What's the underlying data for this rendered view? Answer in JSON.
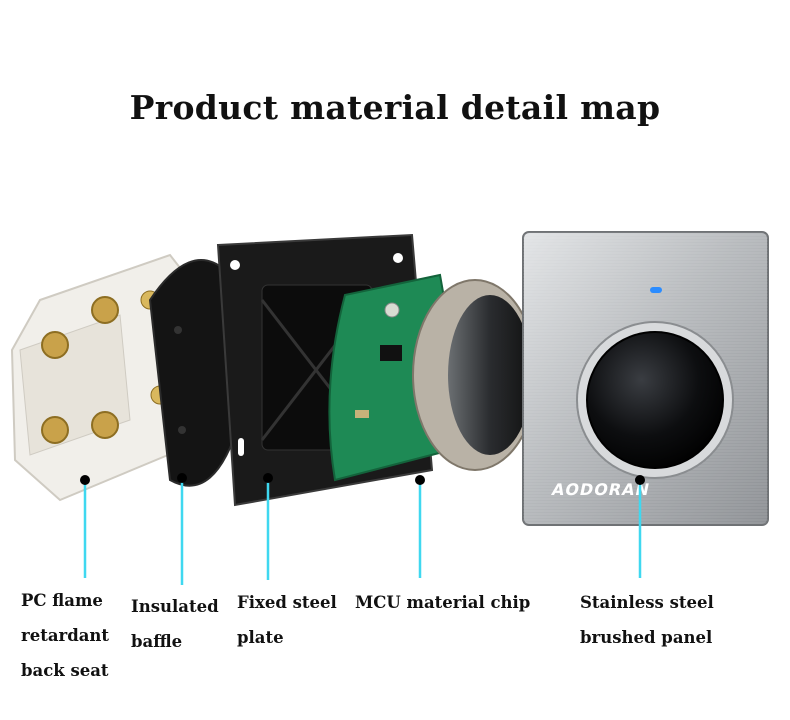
{
  "title": "Product material detail map",
  "brand": "AODORAN",
  "labels": {
    "back_seat": [
      "PC flame",
      "retardant",
      "back seat"
    ],
    "baffle": [
      "Insulated",
      "baffle"
    ],
    "steel_plate": [
      "Fixed steel",
      "plate"
    ],
    "chip": [
      "MCU material chip"
    ],
    "panel": [
      "Stainless steel",
      "brushed panel"
    ]
  },
  "colors": {
    "pointer_line": "#3fd8f0",
    "indicator_led": "#2b8cff",
    "pcb": "#1e8a55"
  }
}
